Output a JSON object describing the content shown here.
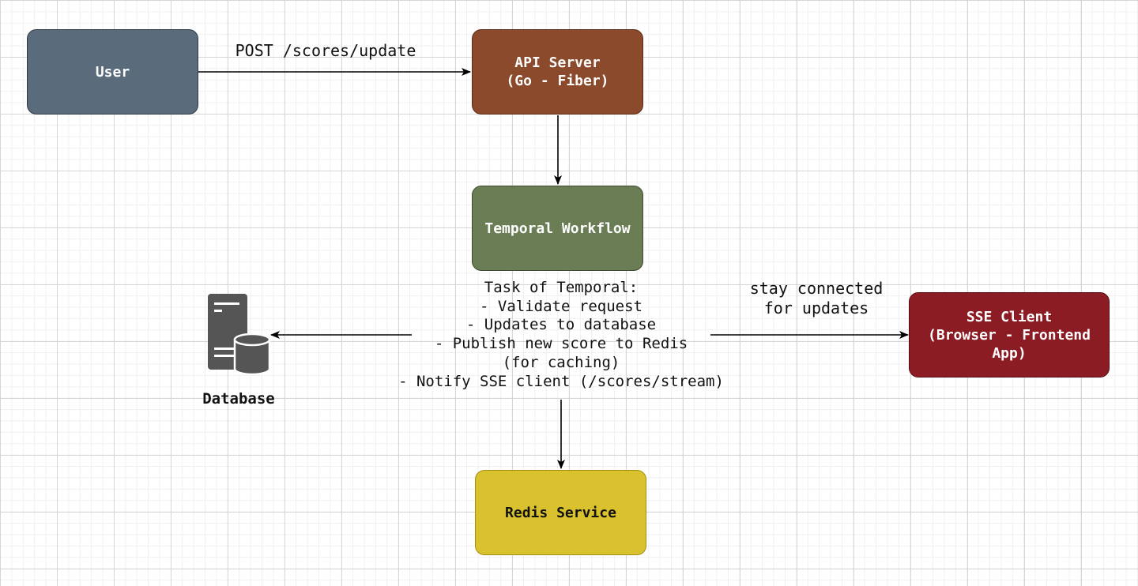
{
  "nodes": {
    "user": {
      "label": "User",
      "fill": "#5a6b7b",
      "border": "#2f3b47",
      "text": "#ffffff"
    },
    "api_server": {
      "label": "API Server\n(Go - Fiber)",
      "fill": "#8b4a2b",
      "border": "#5e2c12",
      "text": "#ffffff"
    },
    "temporal": {
      "label": "Temporal Workflow",
      "fill": "#6a7d55",
      "border": "#3c4a2e",
      "text": "#ffffff"
    },
    "sse_client": {
      "label": "SSE Client\n(Browser - Frontend\nApp)",
      "fill": "#8b1c24",
      "border": "#5c0f16",
      "text": "#ffffff"
    },
    "redis": {
      "label": "Redis Service",
      "fill": "#d9c22e",
      "border": "#a18e12",
      "text": "#111111"
    },
    "database": {
      "label": "Database",
      "icon": "server-database-icon",
      "icon_color": "#555555"
    }
  },
  "edges": {
    "user_to_api": {
      "label": "POST /scores/update"
    },
    "api_to_temporal": {
      "label": ""
    },
    "to_database": {
      "label": ""
    },
    "to_sse_client": {
      "label": "stay connected\nfor updates"
    },
    "to_redis": {
      "label": ""
    }
  },
  "temporal_tasks": {
    "text": "Task of Temporal:\n- Validate request\n- Updates to database\n- Publish new score to Redis\n(for caching)\n- Notify SSE client (/scores/stream)"
  },
  "colors": {
    "edge": "#000000"
  }
}
